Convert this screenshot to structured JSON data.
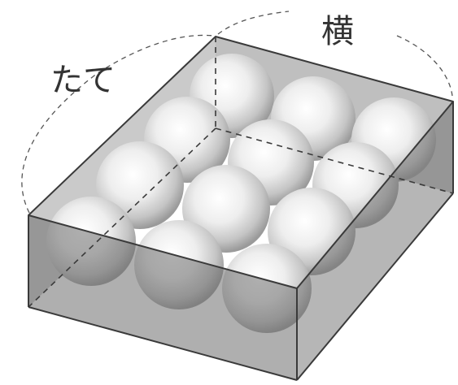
{
  "labels": {
    "depth": "たて",
    "width": "横"
  },
  "box": {
    "rows": 4,
    "columns": 3
  },
  "colors": {
    "box_face": "#7a7a7a",
    "box_edge": "#3a3a3a",
    "ball_light": "#ffffff",
    "ball_dark": "#9a9a9a",
    "dashed_arc": "#555555"
  }
}
